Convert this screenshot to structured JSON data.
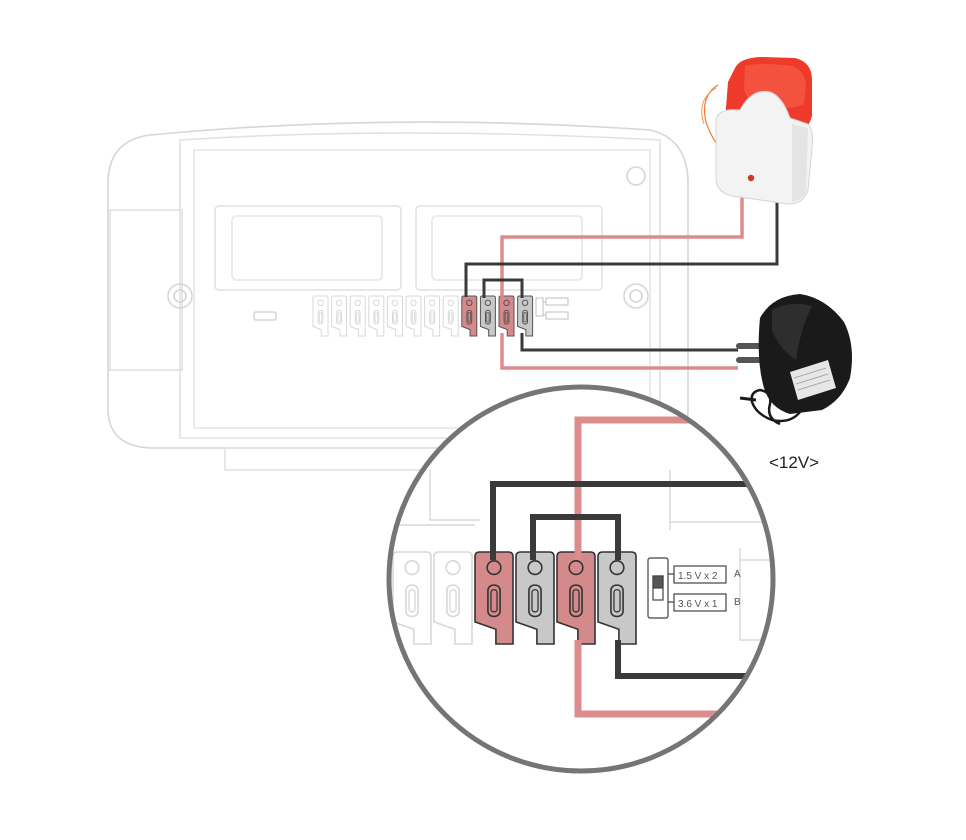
{
  "power_supply": {
    "voltage_label": "<12V>"
  },
  "battery_switch": {
    "option_a": {
      "text": "1.5 V x 2",
      "letter": "A"
    },
    "option_b": {
      "text": "3.6 V x 1",
      "letter": "B"
    }
  },
  "colors": {
    "positive_wire": "#dd8c8c",
    "negative_wire": "#3a3a3a",
    "terminal_red": "#d48a8a",
    "terminal_grey": "#c8c8c8",
    "outline_faint": "#d8d8d8",
    "magnifier_ring": "#757575",
    "siren_red": "#ee3a2a"
  },
  "terminal_block": {
    "total_terminals": 12,
    "connected_terminals": 4
  }
}
